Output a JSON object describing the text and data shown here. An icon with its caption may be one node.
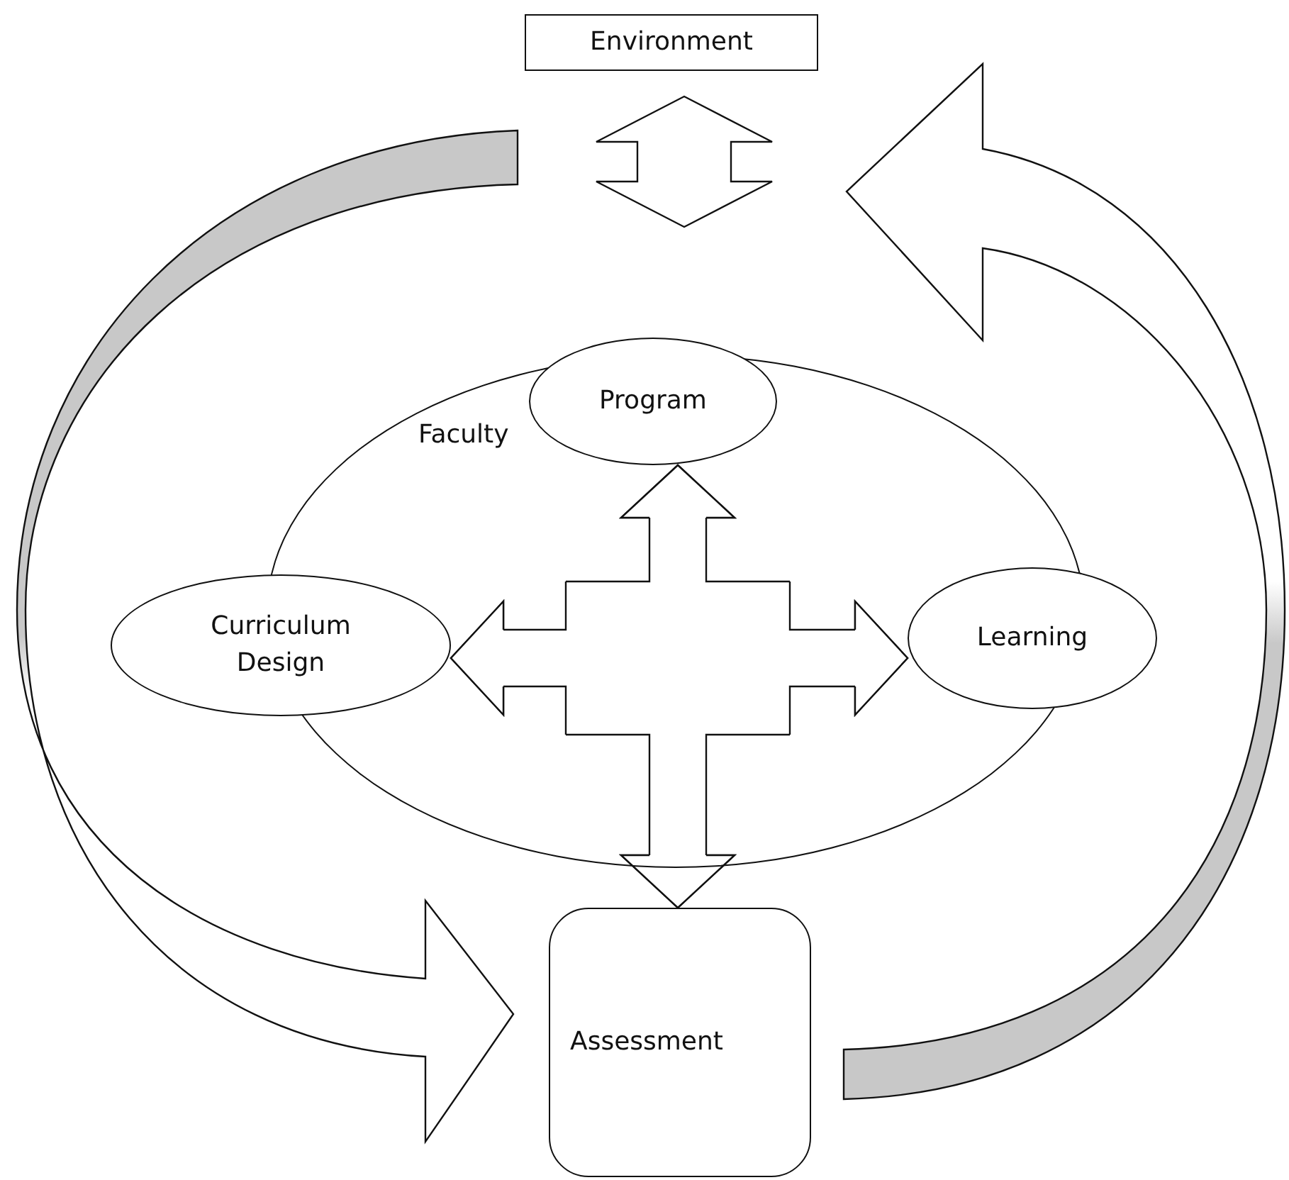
{
  "diagram": {
    "nodes": [
      {
        "text": [
          "Environment"
        ]
      },
      {
        "text": [
          "Faculty"
        ]
      },
      {
        "text": [
          "Program"
        ]
      },
      {
        "text": [
          "Curriculum Design"
        ]
      },
      {
        "text": [
          "Learning"
        ]
      },
      {
        "text": [
          "Assessment"
        ]
      }
    ],
    "edges": [
      {
        "from": 0,
        "to": 2,
        "arrow": "both"
      },
      {
        "from": 1,
        "to": 2,
        "arrow": "to"
      },
      {
        "from": 1,
        "to": 3,
        "arrow": "to"
      },
      {
        "from": 1,
        "to": 4,
        "arrow": "to"
      },
      {
        "from": 1,
        "to": 5,
        "arrow": "to"
      },
      {
        "from": null,
        "to": 5,
        "arrow": "to"
      },
      {
        "from": 5,
        "to": null,
        "arrow": "to"
      }
    ]
  }
}
